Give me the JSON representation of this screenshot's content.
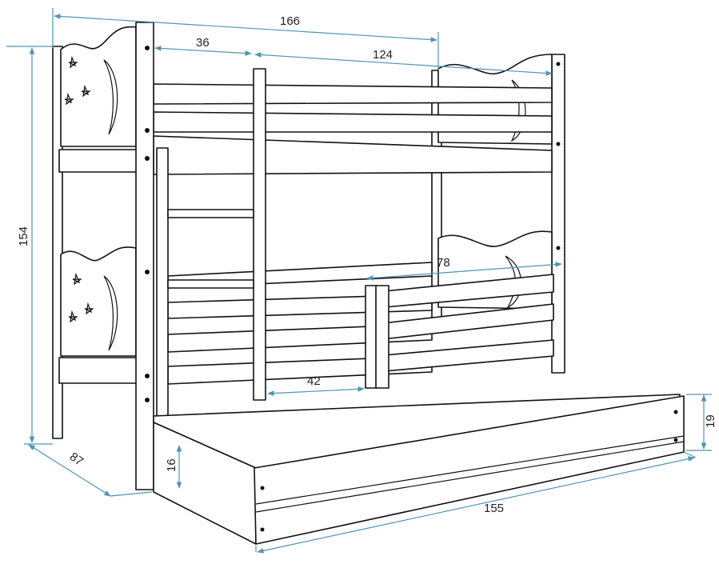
{
  "title": "Bunk bed with trundle drawer – dimensions (cm)",
  "dimensions": {
    "total_length": "166",
    "ladder_offset": "36",
    "upper_opening": "124",
    "total_height": "154",
    "guard_rail_length": "78",
    "lower_opening": "42",
    "depth": "87",
    "drawer_clearance": "16",
    "drawer_height": "19",
    "drawer_length": "155"
  },
  "colors": {
    "dimension_lines": "#4f94b5",
    "outline": "#111111"
  }
}
